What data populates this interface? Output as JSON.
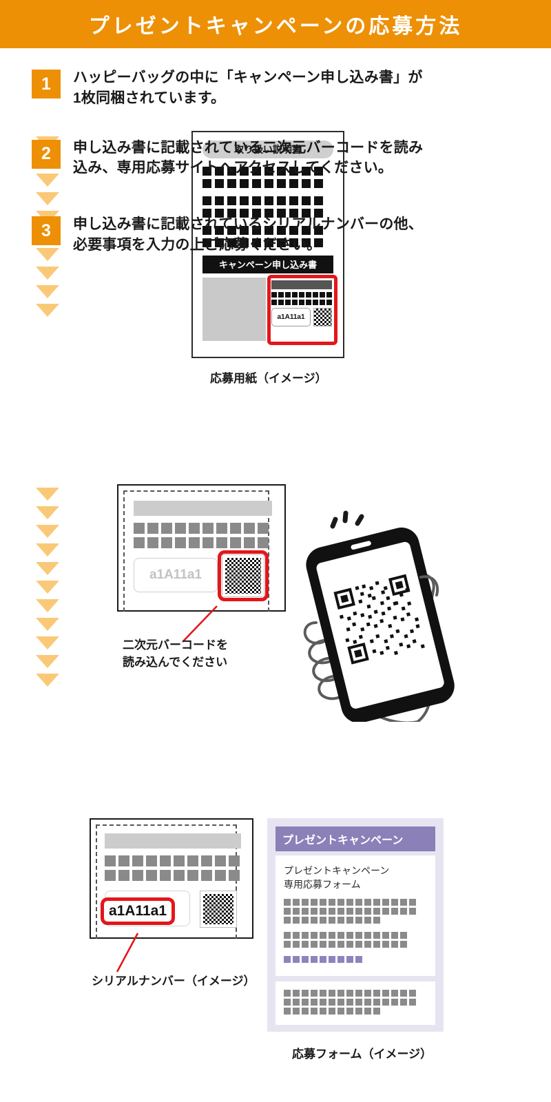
{
  "header": {
    "title": "プレゼントキャンペーンの応募方法",
    "bg_color": "#ED9005",
    "text_color": "#FFFFFF"
  },
  "theme": {
    "orange": "#ED9005",
    "arrow_orange": "#FAC978",
    "red_accent": "#E3161B",
    "purple": "#8C80B8",
    "purple_light": "#E7E4F2"
  },
  "steps": [
    {
      "number": "1",
      "lines": [
        "ハッピーバッグの中に「キャンペーン申し込み書」が",
        "1枚同梱されています。"
      ],
      "caption": "応募用紙（イメージ）"
    },
    {
      "number": "2",
      "lines": [
        "申し込み書に記載されている二次元バーコードを読み",
        "込み、専用応募サイトへアクセスしてください。"
      ],
      "annotation": [
        "二次元バーコードを",
        "読み込んでください"
      ]
    },
    {
      "number": "3",
      "lines": [
        "申し込み書に記載されているシリアルナンバーの他、",
        "必要事項を入力の上ご応募ください。"
      ],
      "caption_left": "シリアルナンバー（イメージ）",
      "caption_right": "応募フォーム（イメージ）"
    }
  ],
  "paper_mock": {
    "instruction_label": "取り扱い説明書",
    "campaign_banner": "キャンペーン申し込み書",
    "serial_value": "a1A11a1"
  },
  "form_mock": {
    "header_label": "プレゼントキャンペーン",
    "heading_lines": [
      "プレゼントキャンペーン",
      "専用応募フォーム"
    ]
  },
  "serial": {
    "step2_value": "a1A11a1",
    "step3_value": "a1A11a1"
  }
}
